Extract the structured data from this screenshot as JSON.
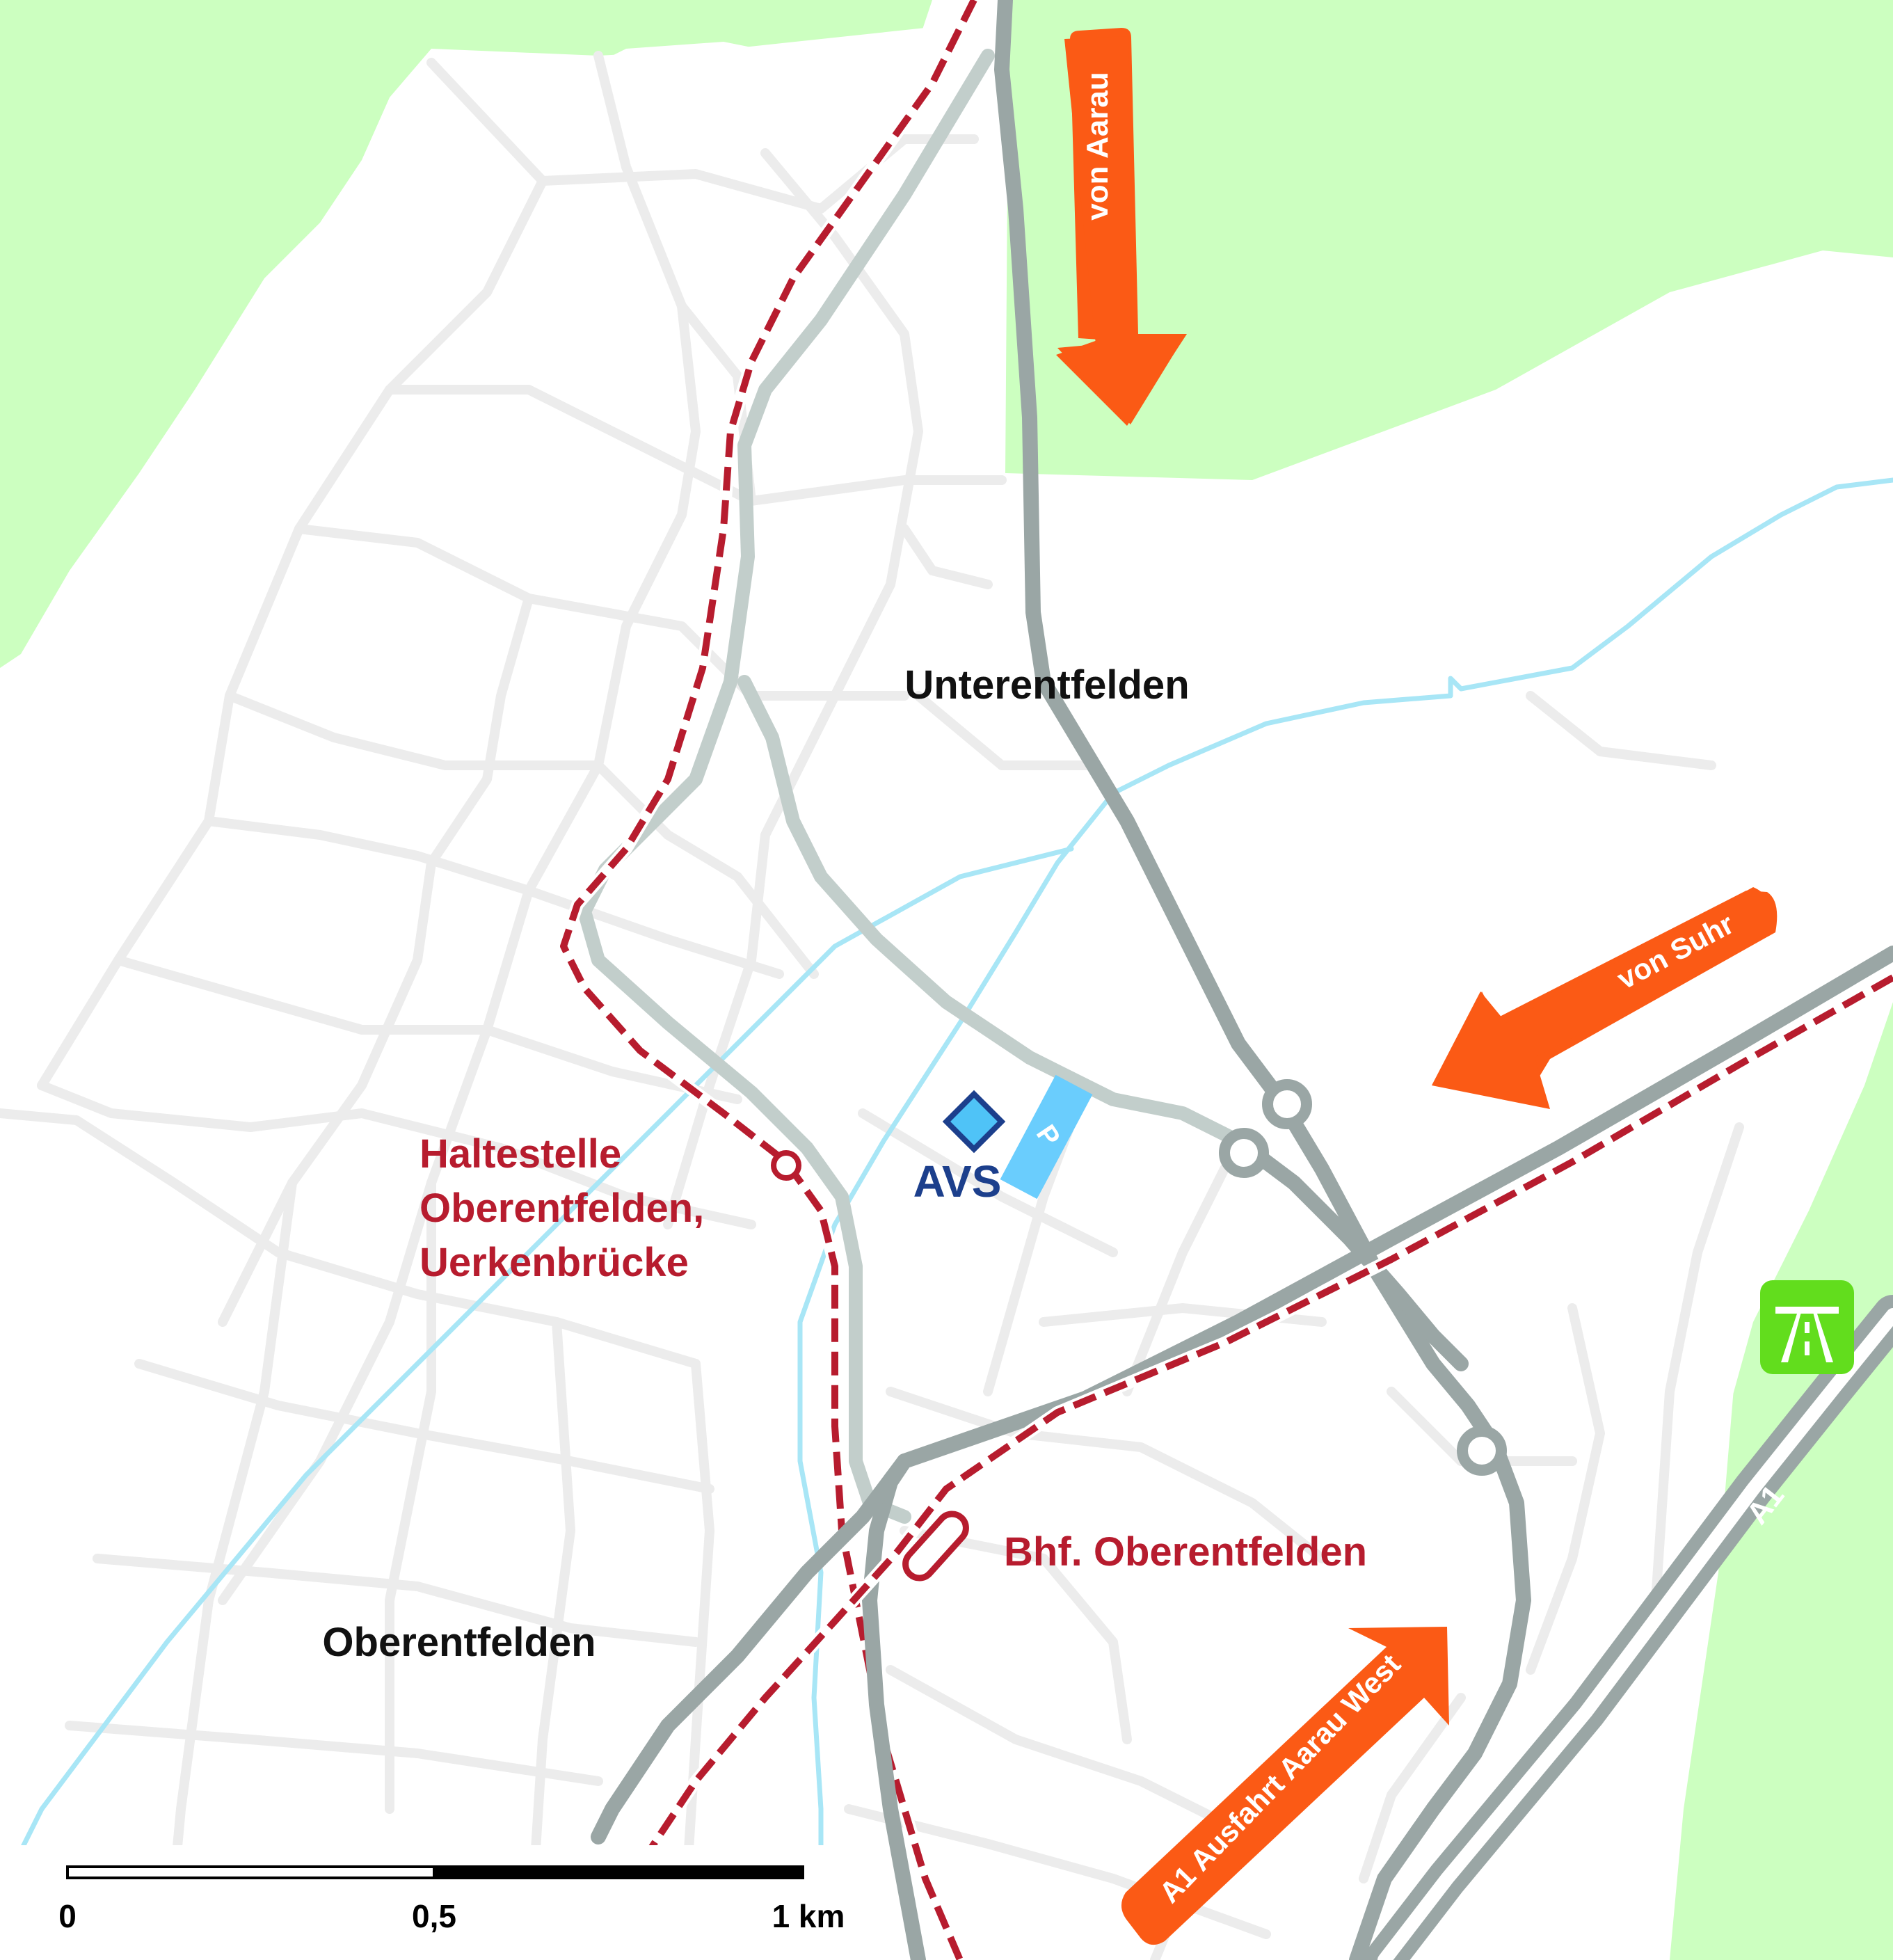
{
  "colors": {
    "background": "#ffffff",
    "forest": "#ccffc0",
    "minor_road": "#ececec",
    "main_road": "#9aa6a5",
    "secondary_road": "#c2cecb",
    "river": "#a8e6f6",
    "railway": "#b71c2e",
    "arrow": "#fb5a15",
    "avs": "#1c3f8c",
    "parking": "#6acdfd",
    "motorway_sign": "#62dd1d",
    "place_label": "#111111"
  },
  "places": {
    "unterentfelden": "Unterentfelden",
    "oberentfelden": "Oberentfelden"
  },
  "stops": {
    "haltestelle_line1": "Haltestelle",
    "haltestelle_line2": "Oberentfelden,",
    "haltestelle_line3": "Uerkenbrücke",
    "bahnhof": "Bhf. Oberentfelden"
  },
  "destination": {
    "label": "AVS",
    "parking": "P"
  },
  "arrows": {
    "von_aarau": "von Aarau",
    "von_suhr": "von Suhr",
    "ausfahrt": "A1 Ausfahrt Aarau West"
  },
  "motorway": {
    "label": "A1",
    "icon": "motorway-sign-icon"
  },
  "scale": {
    "start": "0",
    "mid": "0,5",
    "end": "1 km"
  }
}
